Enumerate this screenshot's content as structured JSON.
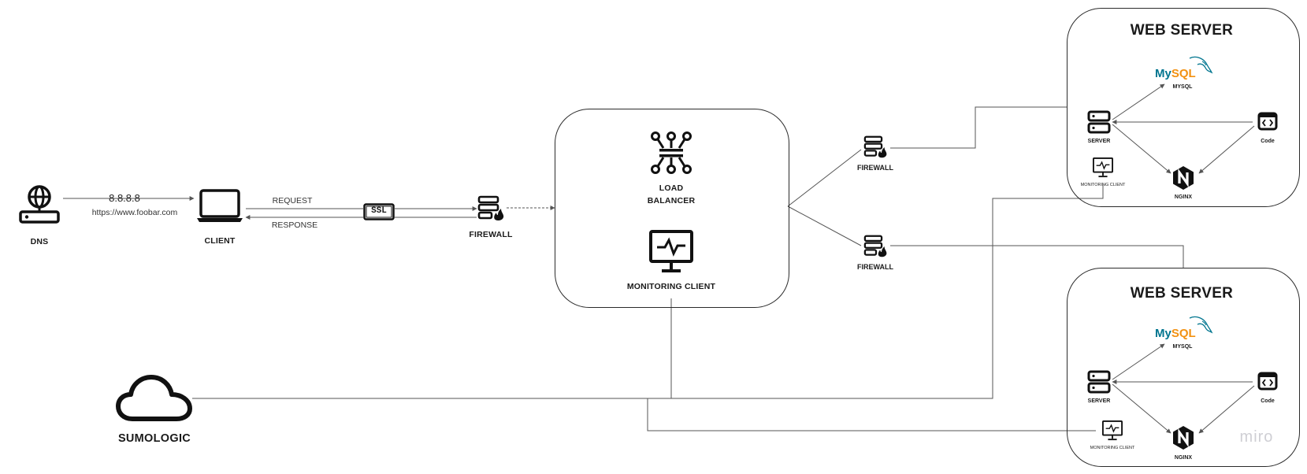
{
  "diagram": {
    "client_side": {
      "dns_label": "DNS",
      "client_label": "CLIENT",
      "dns_ip": "8.8.8.8",
      "dns_reply": "https://www.foobar.com",
      "request_label": "REQUEST",
      "response_label": "RESPONSE",
      "ssl_badge": "SSL",
      "firewall_label": "FIREWALL"
    },
    "load_balancer": {
      "label_line1": "LOAD",
      "label_line2": "BALANCER",
      "monitoring_label": "MONITORING CLIENT"
    },
    "backend_firewalls": {
      "top_label": "FIREWALL",
      "bottom_label": "FIREWALL"
    },
    "web_servers": [
      {
        "title": "WEB SERVER",
        "mysql_logo_my": "My",
        "mysql_logo_sql": "SQL",
        "mysql_label": "MYSQL",
        "server_label": "SERVER",
        "code_label": "Code",
        "monitoring_label": "MONITORING CLIENT",
        "nginx_label": "NGINX"
      },
      {
        "title": "WEB SERVER",
        "mysql_logo_my": "My",
        "mysql_logo_sql": "SQL",
        "mysql_label": "MYSQL",
        "server_label": "SERVER",
        "code_label": "Code",
        "monitoring_label": "MONITORING CLIENT",
        "nginx_label": "NGINX"
      }
    ],
    "sumologic_label": "SUMOLOGIC",
    "watermark": "miro"
  },
  "icons": {
    "dns": "globe-server-icon",
    "client": "laptop-icon",
    "ssl": "ssl-badge-icon",
    "firewall": "firewall-icon",
    "load_balancer": "load-balancer-icon",
    "monitor": "monitor-pulse-icon",
    "server": "server-icon",
    "code": "code-icon",
    "nginx": "nginx-icon",
    "mysql": "mysql-dolphin-icon",
    "cloud": "cloud-icon"
  },
  "colors": {
    "stroke": "#1a1a1a",
    "wire": "#555555",
    "mysql_blue": "#00758f",
    "mysql_orange": "#f29111",
    "watermark": "#cfcfd4"
  }
}
